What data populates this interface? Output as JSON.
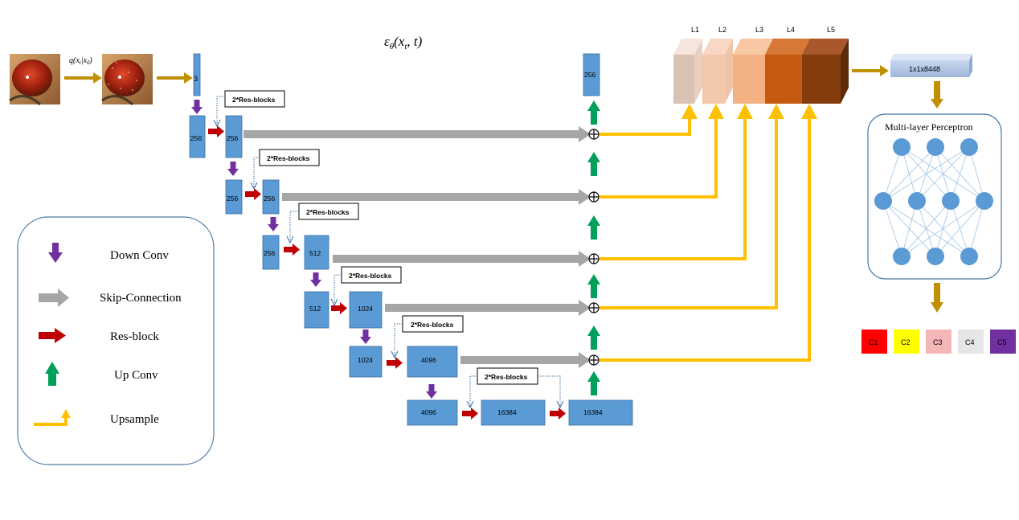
{
  "title": "ε",
  "title_sub": "θ",
  "title_args": "(x",
  "title_sub2": "t",
  "title_tail": ", t)",
  "forward_label": "q(x",
  "forward_sub": "t",
  "forward_tail": "|x",
  "forward_sub2": "0",
  "forward_close": ")",
  "res_blocks_label": "2*Res-blocks",
  "encoder": {
    "input_channels": "3",
    "stages": [
      {
        "down": "256",
        "res": "256"
      },
      {
        "down": "256",
        "res": "256"
      },
      {
        "down": "256",
        "res": "512"
      },
      {
        "down": "512",
        "res": "1024"
      },
      {
        "down": "1024",
        "res": "4096"
      }
    ],
    "bottleneck": {
      "down": "4096",
      "res": "16384",
      "out": "16384"
    }
  },
  "decoder_output": "256",
  "feature_layers": [
    "L1",
    "L2",
    "L3",
    "L4",
    "L5"
  ],
  "feature_vector": "1x1x8448",
  "mlp_title": "Multi-layer Perceptron",
  "classes": [
    {
      "label": "C1",
      "color": "#ff0000"
    },
    {
      "label": "C2",
      "color": "#ffff00"
    },
    {
      "label": "C3",
      "color": "#f4b6b6"
    },
    {
      "label": "C4",
      "color": "#e6e6e6"
    },
    {
      "label": "C5",
      "color": "#7030a0"
    }
  ],
  "legend": [
    {
      "icon": "down-conv-arrow-icon",
      "label": "Down Conv",
      "color": "#7030a0"
    },
    {
      "icon": "skip-connection-arrow-icon",
      "label": "Skip-Connection",
      "color": "#a6a6a6"
    },
    {
      "icon": "res-block-arrow-icon",
      "label": "Res-block",
      "color": "#c00000"
    },
    {
      "icon": "up-conv-arrow-icon",
      "label": "Up Conv",
      "color": "#00a05a"
    },
    {
      "icon": "upsample-arrow-icon",
      "label": "Upsample",
      "color": "#ffc000"
    }
  ],
  "colors": {
    "block": "#5b9bd5",
    "block_border": "#3a6fa3",
    "skip": "#a6a6a6",
    "res": "#c00000",
    "down": "#7030a0",
    "up": "#00a05a",
    "upsample": "#ffc000",
    "forward": "#bf9000"
  }
}
